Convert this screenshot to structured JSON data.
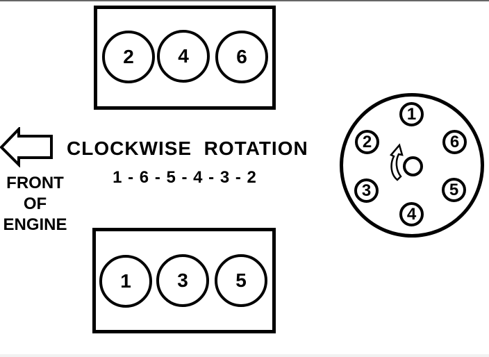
{
  "page": {
    "background_color": "#ffffff",
    "top_divider_color": "#666666",
    "bottom_strip_color": "#f1f1f1",
    "line_color": "#000000"
  },
  "diagram": {
    "rotation_title": "CLOCKWISE  ROTATION",
    "firing_order": "1 - 6 - 5 - 4 - 3 - 2",
    "front_label": {
      "line1": "FRONT",
      "line2": "OF",
      "line3": "ENGINE"
    },
    "cylinder_banks": {
      "top_bank": {
        "cylinders": [
          "2",
          "4",
          "6"
        ]
      },
      "bottom_bank": {
        "cylinders": [
          "1",
          "3",
          "5"
        ]
      }
    },
    "distributor": {
      "rotation_direction": "clockwise",
      "terminals": [
        {
          "label": "1",
          "position": "top"
        },
        {
          "label": "2",
          "position": "upper-left"
        },
        {
          "label": "6",
          "position": "upper-right"
        },
        {
          "label": "3",
          "position": "lower-left"
        },
        {
          "label": "5",
          "position": "lower-right"
        },
        {
          "label": "4",
          "position": "bottom"
        }
      ]
    },
    "icons": {
      "front_arrow": "left-arrow-icon",
      "rotation_arrow": "clockwise-rotation-arrow-icon"
    }
  }
}
